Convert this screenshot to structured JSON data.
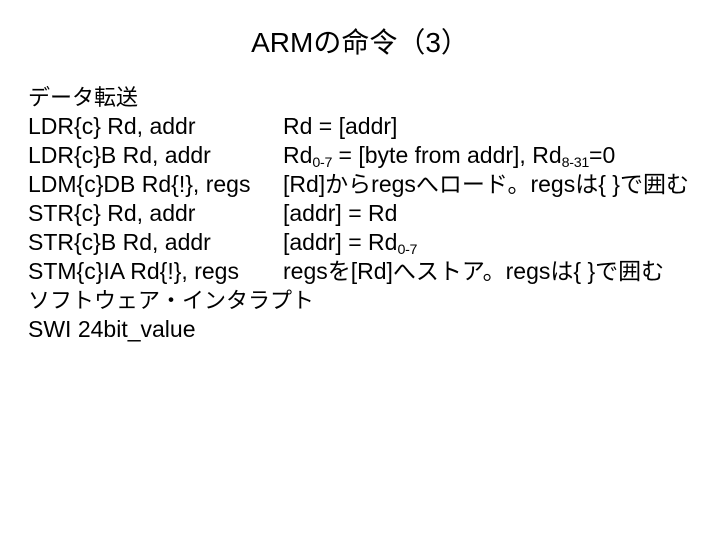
{
  "slide": {
    "title": "ARMの命令（3）",
    "background_color": "#ffffff",
    "text_color": "#000000",
    "rows": [
      {
        "kind": "heading",
        "left": "データ転送",
        "right": ""
      },
      {
        "kind": "entry",
        "left": "LDR{c} Rd, addr",
        "right_parts": [
          {
            "text": "Rd = [addr]",
            "sub": ""
          }
        ]
      },
      {
        "kind": "entry",
        "left": "LDR{c}B Rd, addr",
        "right_parts": [
          {
            "text": "Rd",
            "sub": "0-7"
          },
          {
            "text": " = [byte from addr], Rd",
            "sub": "8-31"
          },
          {
            "text": "=0",
            "sub": ""
          }
        ]
      },
      {
        "kind": "entry",
        "left": "LDM{c}DB Rd{!}, regs",
        "right_parts": [
          {
            "text": "[Rd]からregsへロード。regsは{ }で囲む",
            "sub": ""
          }
        ]
      },
      {
        "kind": "entry",
        "left": "STR{c} Rd, addr",
        "right_parts": [
          {
            "text": "[addr] = Rd",
            "sub": ""
          }
        ]
      },
      {
        "kind": "entry",
        "left": "STR{c}B Rd, addr",
        "right_parts": [
          {
            "text": "[addr] = Rd",
            "sub": "0-7"
          }
        ]
      },
      {
        "kind": "entry",
        "left": "STM{c}IA Rd{!}, regs",
        "right_parts": [
          {
            "text": "regsを[Rd]へストア。regsは{ }で囲む",
            "sub": ""
          }
        ]
      },
      {
        "kind": "heading",
        "left": "ソフトウェア・インタラプト",
        "right": ""
      },
      {
        "kind": "entry",
        "left": "SWI  24bit_value",
        "right_parts": []
      }
    ]
  }
}
